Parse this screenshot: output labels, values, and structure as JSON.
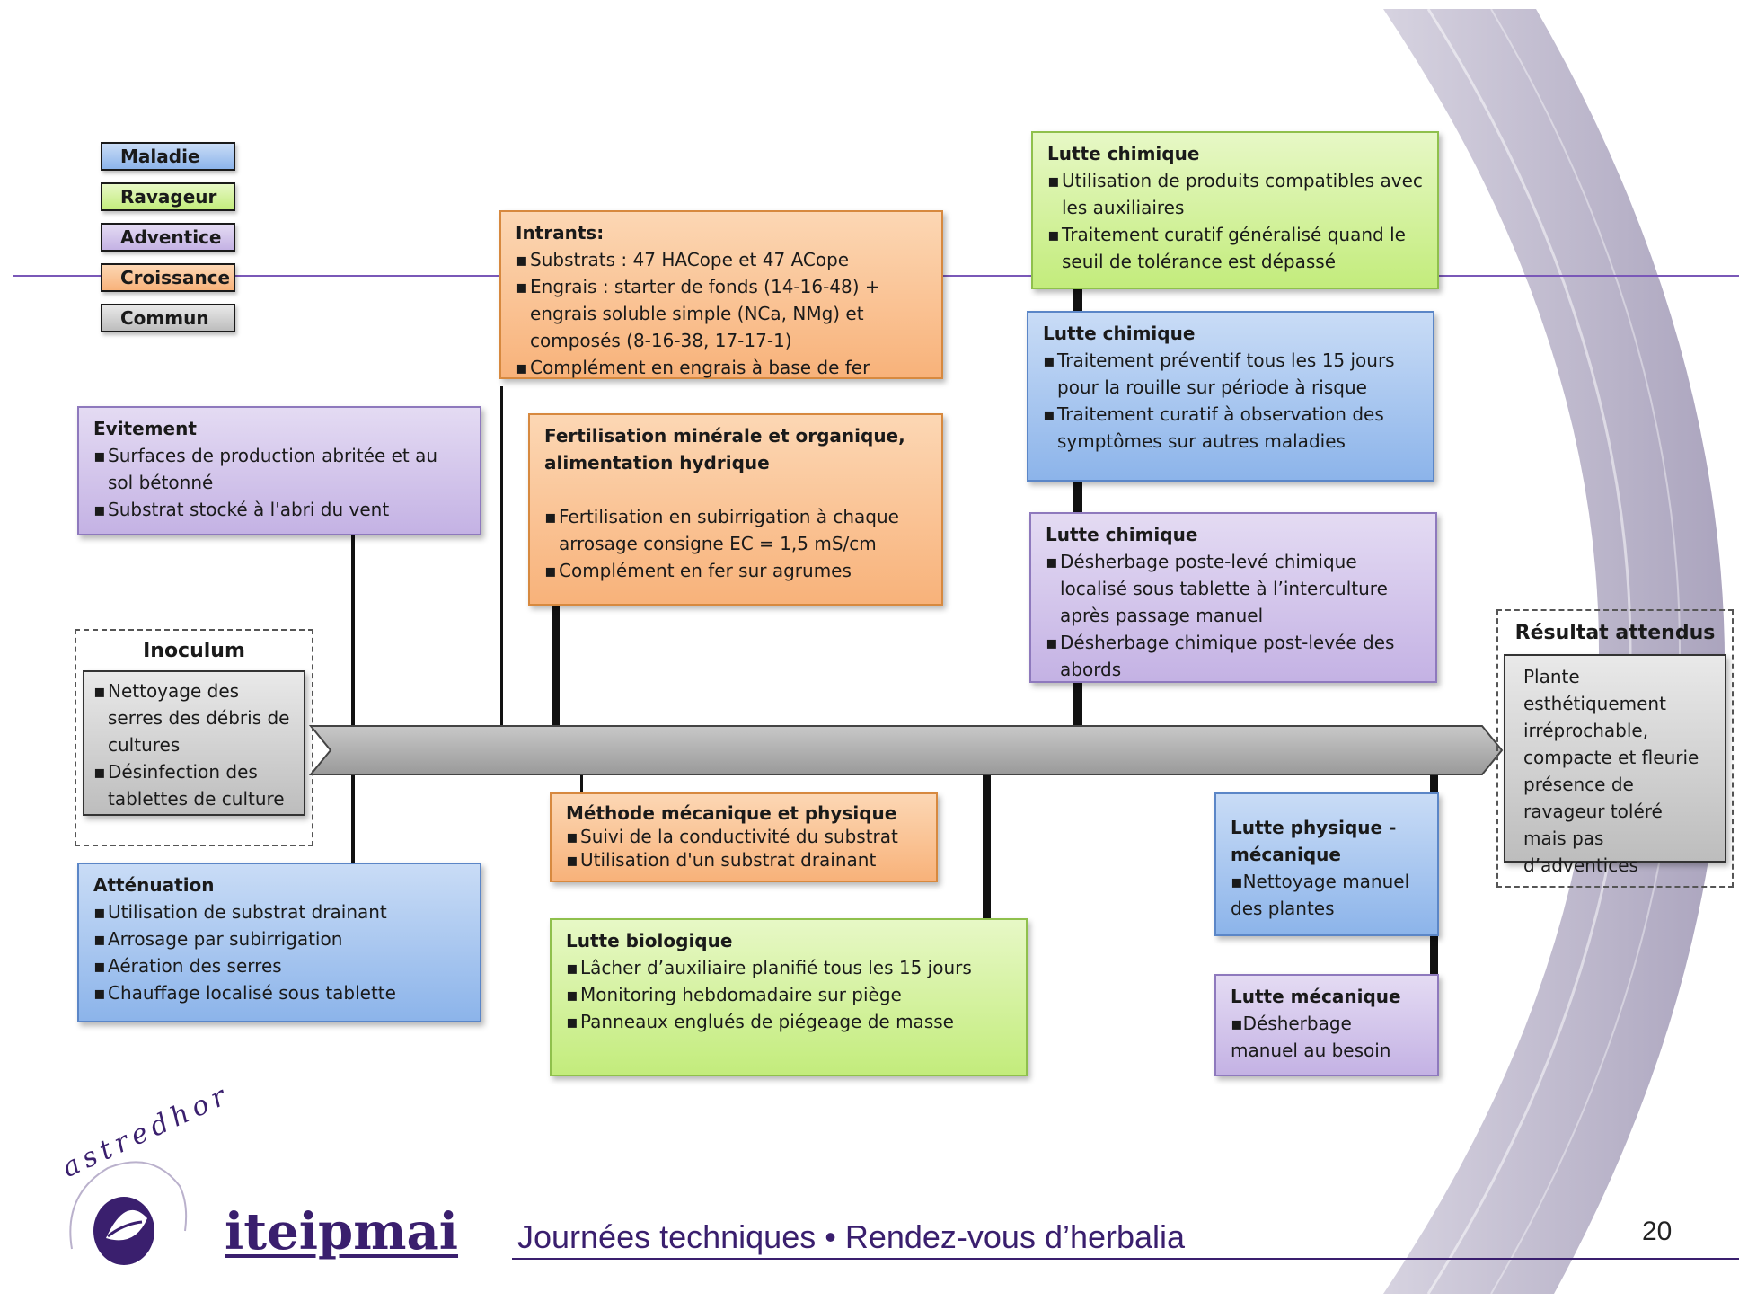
{
  "legend": [
    "Maladie",
    "Ravageur",
    "Adventice",
    "Croissance",
    "Commun"
  ],
  "colors": {
    "maladie": "#8cb4ea",
    "ravageur": "#c3ec7c",
    "adventice": "#c4b2e4",
    "croissance": "#f8b27a",
    "commun": "#bdbdbd",
    "accent": "#5b3a9b"
  },
  "intrants": {
    "title": "Intrants:",
    "items": [
      "Substrats  : 47 HACope et 47 ACope",
      "Engrais : starter de fonds  (14-16-48) + engrais soluble  simple (NCa, NMg) et composés (8-16-38, 17-17-1)",
      "Complément  en engrais à base de fer"
    ]
  },
  "fertilisation": {
    "title": "Fertilisation minérale et organique, alimentation hydrique",
    "items": [
      "Fertilisation en subirrigation à chaque arrosage consigne EC = 1,5 mS/cm",
      "Complément en fer sur agrumes"
    ]
  },
  "lutte_chimique_ravageur": {
    "title": "Lutte chimique",
    "items": [
      "Utilisation de produits compatibles avec les auxiliaires",
      "Traitement curatif généralisé quand le seuil de tolérance est dépassé"
    ]
  },
  "lutte_chimique_maladie": {
    "title": "Lutte chimique",
    "items": [
      "Traitement préventif tous les 15 jours pour la rouille sur période à risque",
      "Traitement curatif à observation des symptômes sur autres maladies"
    ]
  },
  "lutte_chimique_adventice": {
    "title": "Lutte chimique",
    "items": [
      "Désherbage poste-levé chimique localisé sous tablette à l’interculture après passage manuel",
      "Désherbage chimique post-levée des abords"
    ]
  },
  "evitement": {
    "title": "Evitement",
    "items": [
      "Surfaces de production abritée et au sol bétonné",
      "Substrat stocké  à l'abri du vent"
    ]
  },
  "inoculum": {
    "title": "Inoculum",
    "items": [
      "Nettoyage des serres des débris de cultures",
      "Désinfection des tablettes de culture"
    ]
  },
  "resultat": {
    "title": "Résultat attendus",
    "text": "Plante esthétiquement irréprochable, compacte et fleurie présence de ravageur toléré mais pas d’adventices"
  },
  "methode_mecanique": {
    "title": "Méthode mécanique et physique",
    "items": [
      "Suivi de la conductivité du substrat",
      "Utilisation d'un substrat drainant"
    ]
  },
  "attenuation": {
    "title": "Atténuation",
    "items": [
      "Utilisation de substrat drainant",
      "Arrosage par subirrigation",
      "Aération des serres",
      "Chauffage localisé sous tablette"
    ]
  },
  "lutte_biologique": {
    "title": "Lutte biologique",
    "items": [
      "Lâcher d’auxiliaire planifié tous les 15 jours",
      "Monitoring hebdomadaire sur piège",
      "Panneaux englués de piégeage de masse"
    ]
  },
  "lutte_physique": {
    "title": "Lutte physique - mécanique",
    "items": [
      "Nettoyage manuel des plantes"
    ]
  },
  "lutte_mecanique": {
    "title": "Lutte mécanique",
    "items": [
      "Désherbage manuel au besoin"
    ]
  },
  "footer": {
    "logo_ring": "astredhor",
    "brand": "iteipmai",
    "event": "Journées techniques • Rendez-vous d’herbalia",
    "page_number": "20"
  }
}
